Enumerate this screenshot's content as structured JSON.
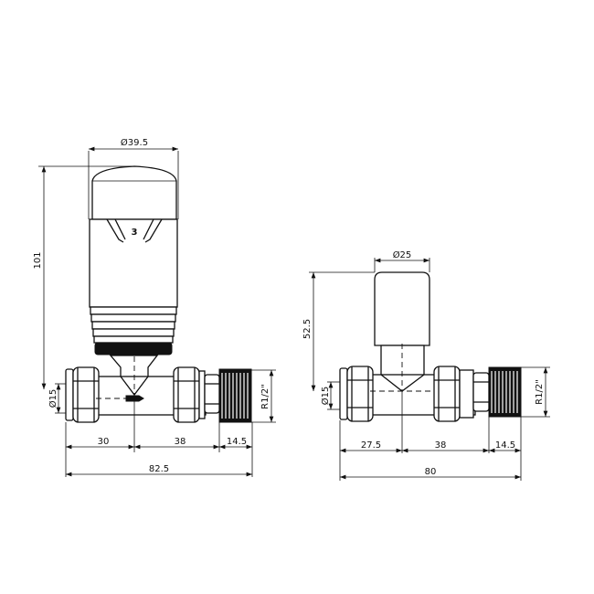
{
  "thermostatic_valve": {
    "head_diameter": "Ø39.5",
    "height": "101",
    "pipe_diameter": "Ø15",
    "thread": "R1/2\"",
    "dim_inlet": "30",
    "dim_body": "38",
    "dim_thread": "14.5",
    "overall_length": "82.5",
    "head_mark": "3"
  },
  "manual_valve": {
    "head_diameter": "Ø25",
    "height": "52.5",
    "pipe_diameter": "Ø15",
    "thread": "R1/2\"",
    "dim_inlet": "27.5",
    "dim_body": "38",
    "dim_thread": "14.5",
    "overall_length": "80"
  }
}
